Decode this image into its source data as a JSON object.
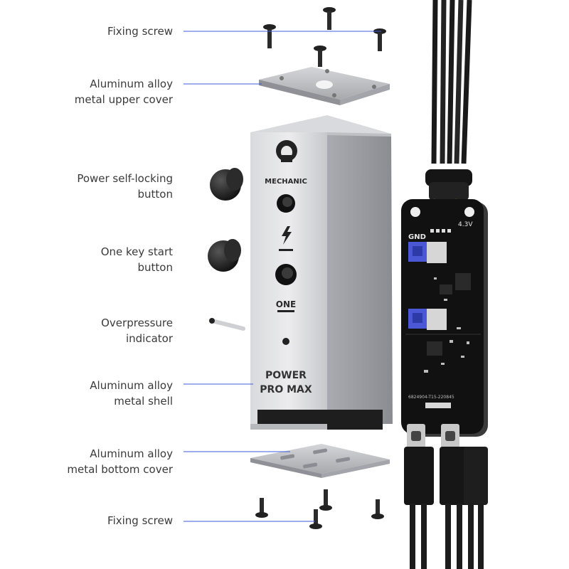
{
  "callouts": [
    {
      "id": "fixing-screw-top",
      "lines": [
        "Fixing screw"
      ]
    },
    {
      "id": "upper-cover",
      "lines": [
        "Aluminum alloy",
        "metal upper cover"
      ]
    },
    {
      "id": "self-locking-button",
      "lines": [
        "Power self-locking",
        "button"
      ]
    },
    {
      "id": "one-key-button",
      "lines": [
        "One key start",
        "button"
      ]
    },
    {
      "id": "overpressure-indicator",
      "lines": [
        "Overpressure",
        "indicator"
      ]
    },
    {
      "id": "metal-shell",
      "lines": [
        "Aluminum alloy",
        "metal shell"
      ]
    },
    {
      "id": "bottom-cover",
      "lines": [
        "Aluminum alloy",
        "metal bottom cover"
      ]
    },
    {
      "id": "fixing-screw-bottom",
      "lines": [
        "Fixing screw"
      ]
    }
  ],
  "device": {
    "brand": "MECHANIC",
    "model_line1": "POWER",
    "model_line2": "PRO MAX",
    "button_mark": "ONE"
  },
  "pcb": {
    "gnd_label": "GND",
    "voltage_label": "4.3V",
    "board_code": "6824904-T15-220845"
  },
  "colors": {
    "callout_line": "#3b5bdb",
    "aluminum": "#c9cbcf",
    "pcb": "#111111",
    "switch_blue": "#4b58d6",
    "cable": "#1a1a1a"
  }
}
